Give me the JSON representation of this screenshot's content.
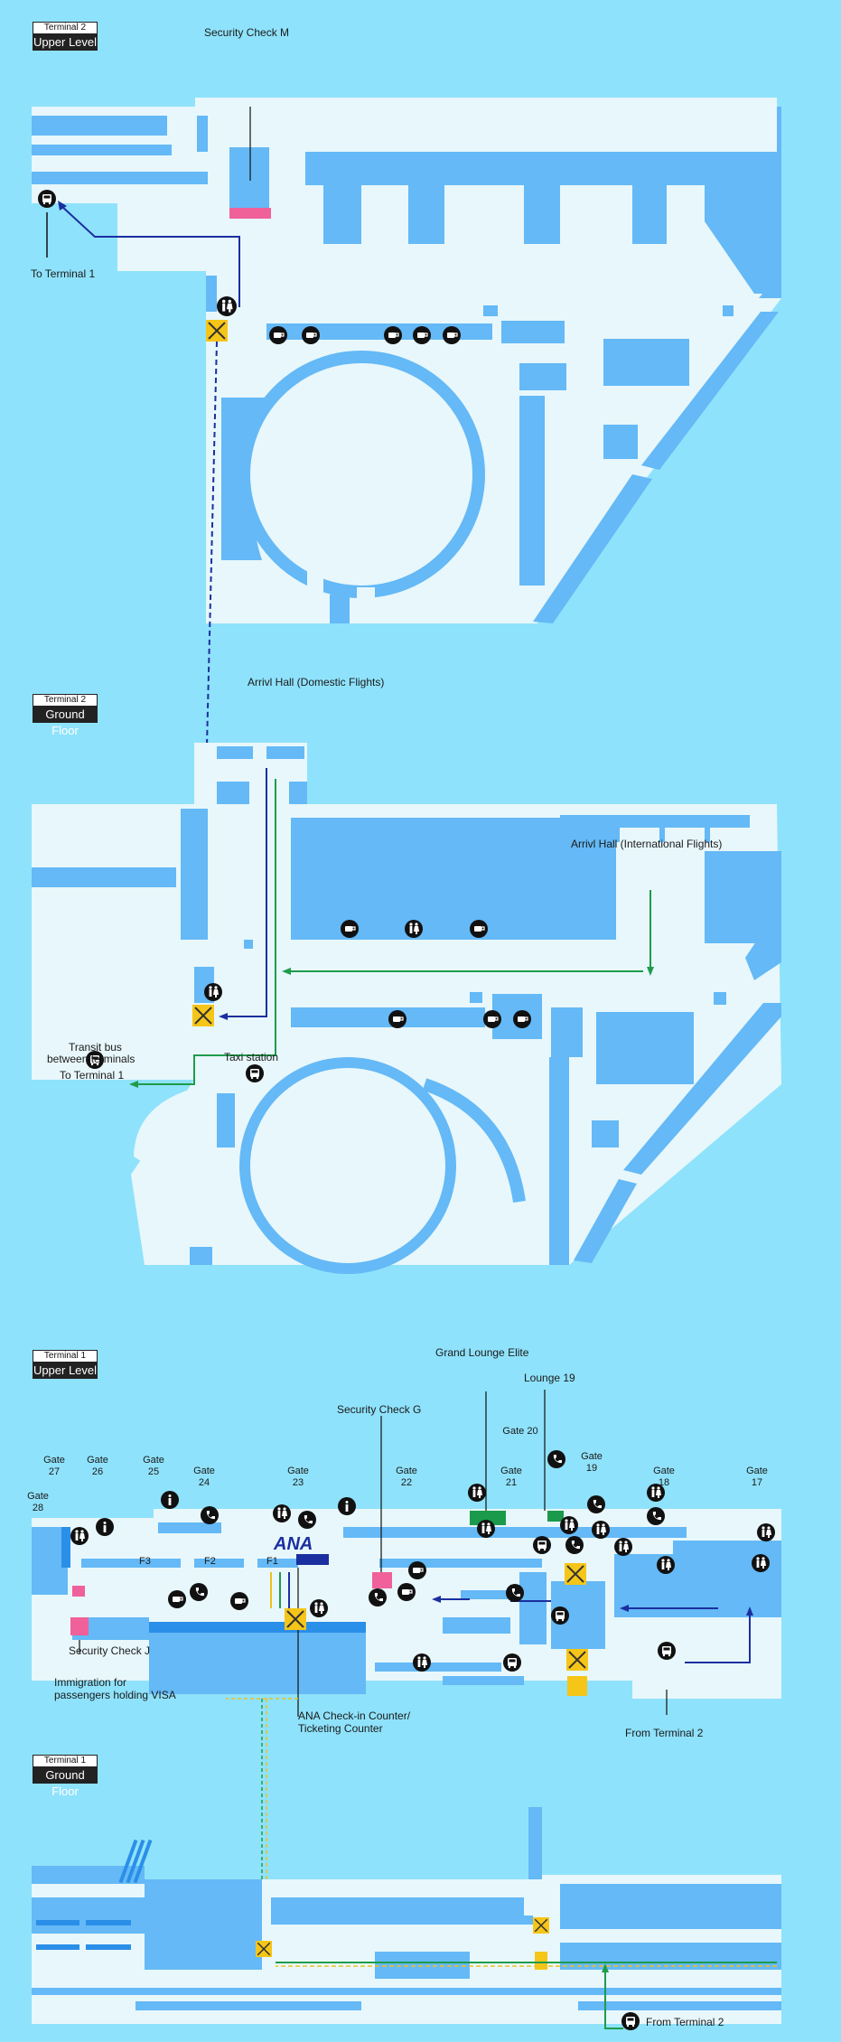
{
  "sections": {
    "t2_upper": {
      "terminal": "Terminal 2",
      "level": "Upper Level"
    },
    "t2_ground": {
      "terminal": "Terminal 2",
      "level": "Ground Floor"
    },
    "t1_upper": {
      "terminal": "Terminal 1",
      "level": "Upper Level"
    },
    "t1_ground": {
      "terminal": "Terminal 1",
      "level": "Ground Floor"
    }
  },
  "labels": {
    "security_m": "Security Check M",
    "to_terminal1_upper": "To Terminal 1",
    "arrival_domestic": "Arrivl Hall (Domestic Flights)",
    "arrival_international": "Arrivl Hall (International Flights)",
    "transit_bus_1": "Transit bus",
    "transit_bus_2": "between terminals",
    "to_terminal1_ground": "To Terminal 1",
    "taxi_station": "Taxi station",
    "grand_lounge": "Grand Lounge Elite",
    "lounge19": "Lounge 19",
    "security_g": "Security Check G",
    "security_j": "Security Check J",
    "immigration_1": "Immigration for",
    "immigration_2": "passengers holding VISA",
    "ana_counter_1": "ANA Check-in Counter/",
    "ana_counter_2": "Ticketing Counter",
    "from_terminal2_upper": "From Terminal 2",
    "from_terminal2_ground": "From Terminal 2",
    "ana_logo": "ANA",
    "f1": "F1",
    "f2": "F2",
    "f3": "F3"
  },
  "gates": [
    {
      "top": "Gate",
      "num": "27"
    },
    {
      "top": "Gate",
      "num": "26"
    },
    {
      "top": "Gate",
      "num": "25"
    },
    {
      "top": "Gate",
      "num": "24"
    },
    {
      "top": "Gate",
      "num": "23"
    },
    {
      "top": "Gate",
      "num": "22"
    },
    {
      "top": "Gate",
      "num": "21"
    },
    {
      "top": "Gate 20",
      "num": ""
    },
    {
      "top": "Gate",
      "num": "19"
    },
    {
      "top": "Gate",
      "num": "18"
    },
    {
      "top": "Gate",
      "num": "17"
    },
    {
      "top": "Gate",
      "num": "28"
    }
  ],
  "colors": {
    "background": "#8fe2fb",
    "floor": "#e8f7fb",
    "building": "#64b9f6",
    "building_edge": "#2a8fe8",
    "route_blue": "#1b2fa0",
    "route_green": "#1d9c4c",
    "route_yellow": "#f0c020",
    "security_pink": "#f0609a",
    "lounge_green": "#1a9a4a",
    "elevator_yellow": "#f5c518"
  }
}
